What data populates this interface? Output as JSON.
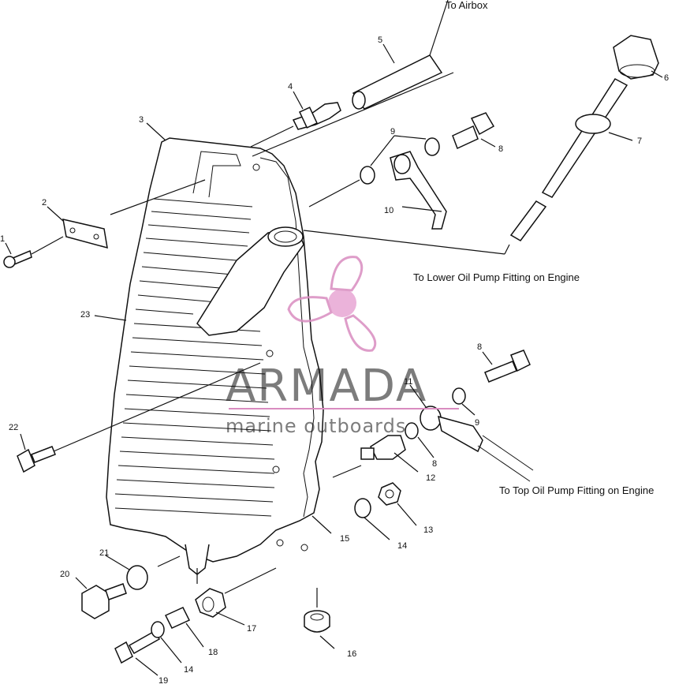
{
  "callouts": {
    "to_airbox": "To Airbox",
    "to_lower": "To Lower Oil Pump Fitting on Engine",
    "to_top": "To Top Oil Pump Fitting on Engine"
  },
  "parts": {
    "p1": "1",
    "p2": "2",
    "p3": "3",
    "p4": "4",
    "p5": "5",
    "p6": "6",
    "p7": "7",
    "p8a": "8",
    "p8b": "8",
    "p8c": "8",
    "p9a": "9",
    "p9b": "9",
    "p10": "10",
    "p11": "11",
    "p12": "12",
    "p13": "13",
    "p14a": "14",
    "p14b": "14",
    "p15": "15",
    "p16": "16",
    "p17": "17",
    "p18": "18",
    "p19": "19",
    "p20": "20",
    "p21": "21",
    "p22": "22",
    "p23": "23"
  },
  "watermark": {
    "brand": "ARMADA",
    "tagline": "marine outboards",
    "color": "#d98cc0"
  }
}
